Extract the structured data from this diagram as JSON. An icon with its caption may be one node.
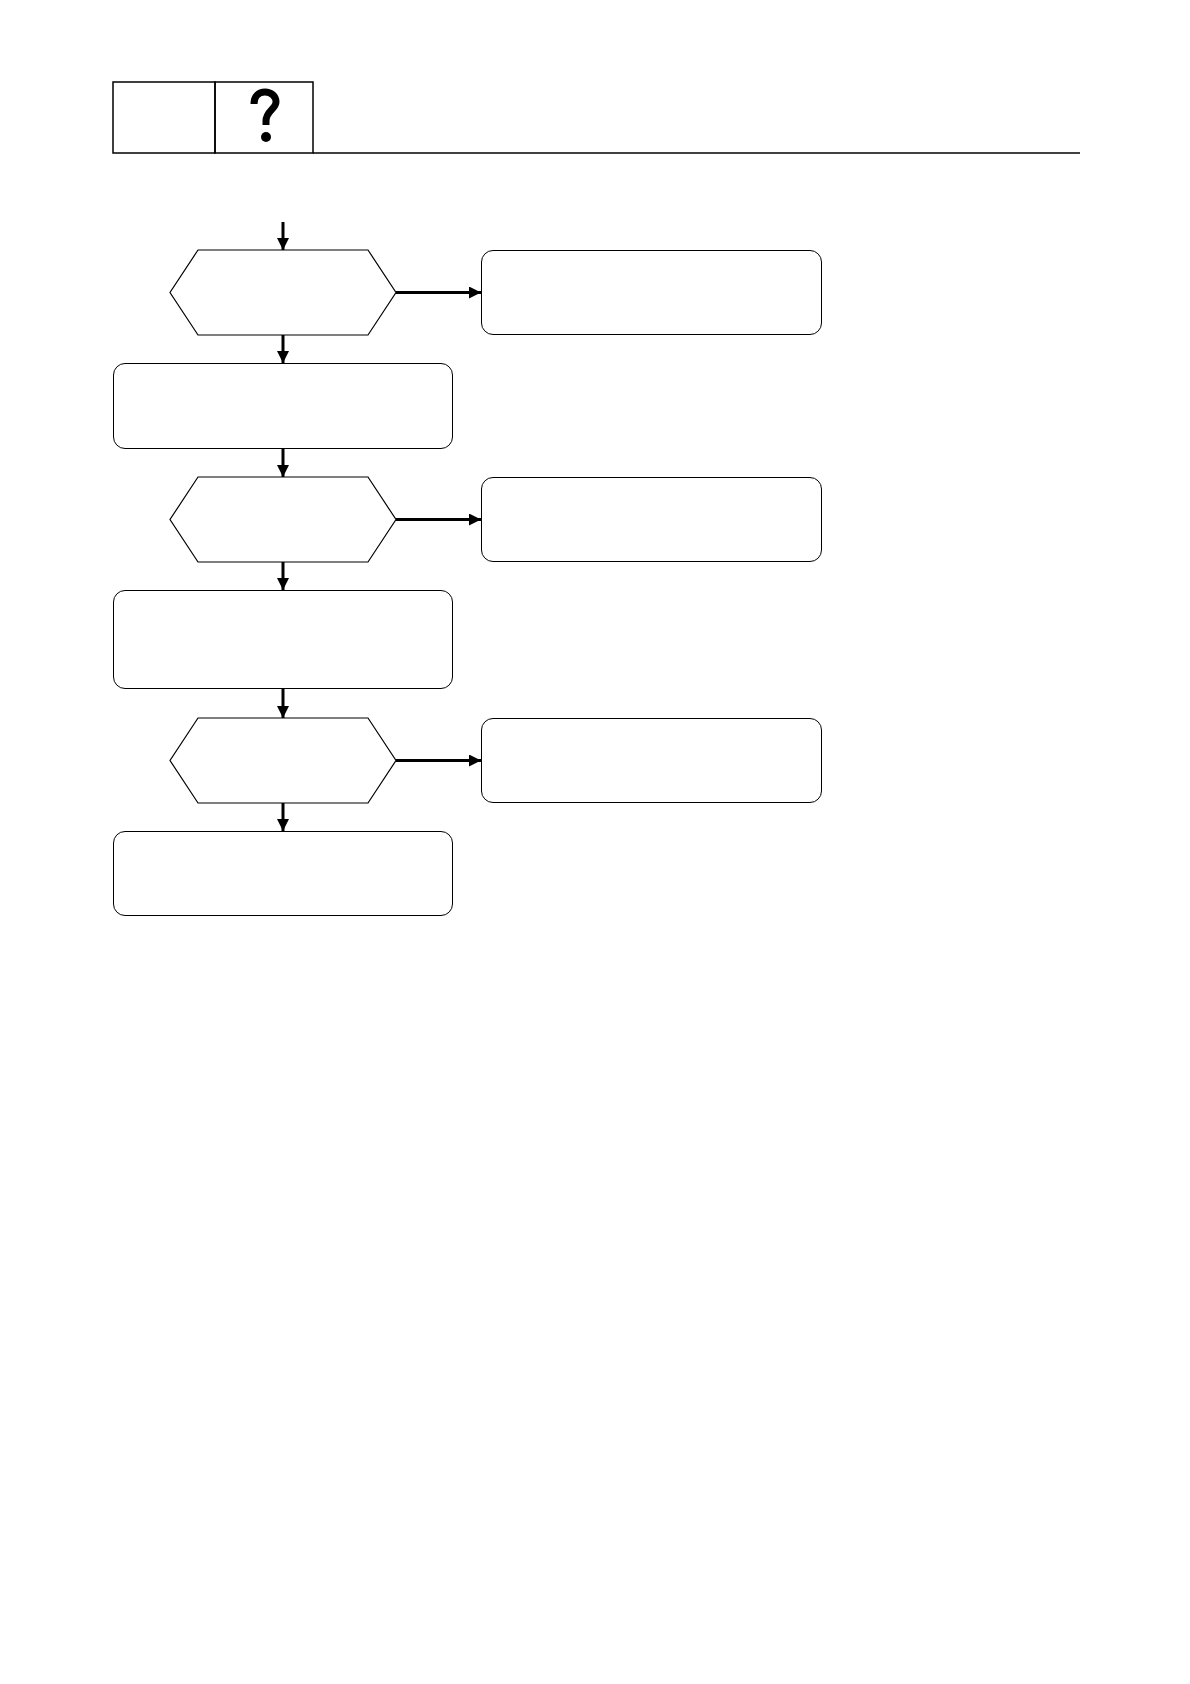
{
  "diagram": {
    "nodes": [
      {
        "text": [],
        "shape": "hexagon"
      },
      {
        "text": [],
        "shape": "box"
      },
      {
        "text": [],
        "shape": "box"
      },
      {
        "text": [],
        "shape": "hexagon"
      },
      {
        "text": [],
        "shape": "box"
      },
      {
        "text": [],
        "shape": "box"
      },
      {
        "text": [],
        "shape": "hexagon"
      },
      {
        "text": [],
        "shape": "box"
      },
      {
        "text": [],
        "shape": "box"
      }
    ],
    "edges": [
      {
        "from": null,
        "to": 0,
        "arrow": "to"
      },
      {
        "from": 0,
        "to": 1,
        "arrow": "to"
      },
      {
        "from": 0,
        "to": 2,
        "arrow": "to"
      },
      {
        "from": 2,
        "to": 3,
        "arrow": "to"
      },
      {
        "from": 3,
        "to": 4,
        "arrow": "to"
      },
      {
        "from": 3,
        "to": 5,
        "arrow": "to"
      },
      {
        "from": 5,
        "to": 6,
        "arrow": "to"
      },
      {
        "from": 6,
        "to": 7,
        "arrow": "to"
      },
      {
        "from": 6,
        "to": 8,
        "arrow": "to"
      }
    ]
  }
}
